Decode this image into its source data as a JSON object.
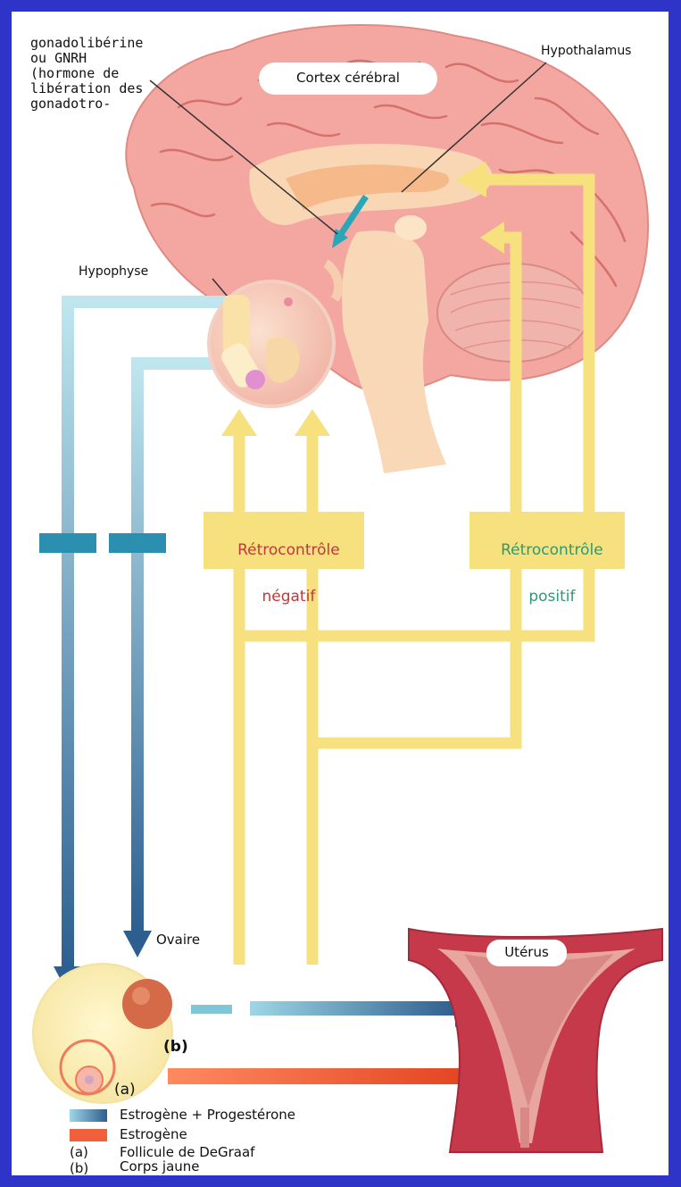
{
  "labels": {
    "gnrh": "gonadolibérine\nou GNRH\n(hormone de\nlibération des\ngonadotro-",
    "hypothalamus": "Hypothalamus",
    "cortex": "Cortex cérébral",
    "hypophyse": "Hypophyse",
    "ovaire": "Ovaire",
    "uterus": "Utérus",
    "b_marker": "(b)",
    "a_marker": "(a)"
  },
  "feedback": {
    "negative_line1": "Rétrocontrôle",
    "negative_line2": "négatif",
    "positive_line1": "Rétrocontrôle",
    "positive_line2": "positif"
  },
  "legend": [
    {
      "key": "",
      "text": "Estrogène + Progestérone",
      "color": "#2b8fb0"
    },
    {
      "key": "",
      "text": "Estrogène",
      "color": "#f0603a"
    },
    {
      "key": "(a)",
      "text": "Follicule de DeGraaf"
    },
    {
      "key": "(b)",
      "text": "Corps jaune"
    }
  ],
  "colors": {
    "frame": "#2f34c9",
    "panel": "#ffffff",
    "brain": "#f4a7a0",
    "hormone_blue": "#2b8fb0",
    "estrogen_orange": "#f0603a",
    "feedback_yellow": "#f7e07e",
    "negative_text": "#c0393b",
    "positive_text": "#2f9a72",
    "uterus": "#c6394a"
  }
}
